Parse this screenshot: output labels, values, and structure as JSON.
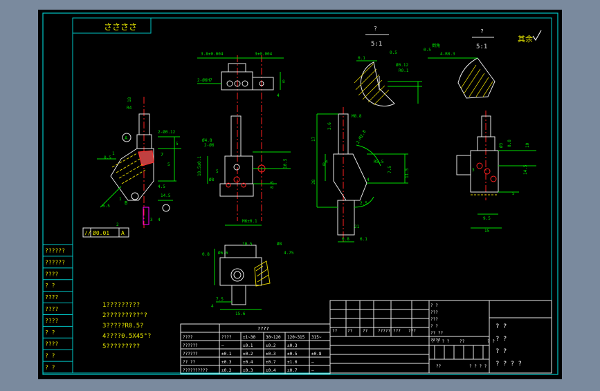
{
  "colors": {
    "background": "#7a8a9e",
    "sheet": "#000000",
    "frame": "#00c8c8",
    "part": "#e8e8e8",
    "dimension": "#00e000",
    "centerline": "#ff2020",
    "highlight": "#ff00ff",
    "hatch": "#e0d000",
    "note_text": "#e6e600",
    "table_text": "#ffffff"
  },
  "title_tab": {
    "text": "ささささ"
  },
  "roughness_mark": {
    "text": "其余"
  },
  "revision_column": {
    "labels": [
      "??????",
      "??????",
      "????",
      "? ?",
      "????",
      "????",
      "????",
      "? ?",
      "????",
      "? ?",
      "? ?"
    ]
  },
  "notes": [
    "1?????????",
    "2?????????°?",
    "3?????R0.5?",
    "4????0.5X45°?",
    "5?????????"
  ],
  "tolerance_table": {
    "title": "????",
    "header": [
      "????",
      "????",
      "±1~30",
      "30~120",
      "120~315",
      "315~"
    ],
    "rows": [
      [
        "??????",
        "—",
        "±0.1",
        "±0.2",
        "±0.3",
        ""
      ],
      [
        "??????",
        "±0.1",
        "±0.2",
        "±0.3",
        "±0.5",
        "±0.8"
      ],
      [
        "?? ??",
        "±0.3",
        "±0.4",
        "±0.7",
        "±1.0",
        "—"
      ],
      [
        "??????????",
        "±0.2",
        "±0.3",
        "±0.4",
        "±0.7",
        "—"
      ]
    ]
  },
  "title_block": {
    "left_header": [
      "??",
      "??",
      "??",
      "?????",
      "???",
      "???"
    ],
    "right_info": [
      "? ?",
      "???",
      "???",
      "? ?",
      "?? ??",
      "????"
    ],
    "right_big": [
      "? ?",
      "? ?",
      "? ?",
      "? ? ? ?"
    ],
    "sheet_labels": [
      "? ? ? ?",
      "??",
      "? ?"
    ],
    "code_labels": [
      "??",
      "? ? ? ?"
    ]
  },
  "dimensions": {
    "top_view": [
      "3.8±0.004",
      "3±0.004",
      "2-Ø6H7",
      "8",
      "4"
    ],
    "front_view": [
      "Ø4.8",
      "2-Ø6",
      "18.5±0.1",
      "8.5",
      "10.5",
      "M6±0.1",
      "Ø8",
      "5"
    ],
    "side_view": [
      "17",
      "3.6",
      "M8.8",
      "2-M2.8",
      "11.5",
      "7.5",
      "8",
      "4",
      "R5.5",
      "28",
      "2.5",
      "4",
      "21",
      "0.8",
      "6.1"
    ],
    "section_view": [
      "Ø6.6",
      "Ø8",
      "0.8",
      "4.75",
      "7.5",
      "15.6",
      "10.5",
      "4"
    ],
    "detail_a": [
      "?",
      "5:1",
      "0.1",
      "0.5",
      "Ø0.12",
      "R0.1"
    ],
    "detail_b": [
      "?",
      "5:1",
      "0.5",
      "4-R0.3",
      "倒角"
    ],
    "right_view": [
      "Ø3",
      "0.8",
      "5",
      "10",
      "14.5",
      "15",
      "9.5",
      "3"
    ],
    "left_view": [
      "18",
      "R4",
      "2-Ø0.12",
      "4.5",
      "A",
      "B",
      "1",
      "7",
      "5",
      "5",
      "0.5",
      "6.5",
      "14.5",
      "1",
      "2",
      "3",
      "4"
    ],
    "feature_control": [
      "//",
      "Ø0.01",
      "A"
    ]
  }
}
